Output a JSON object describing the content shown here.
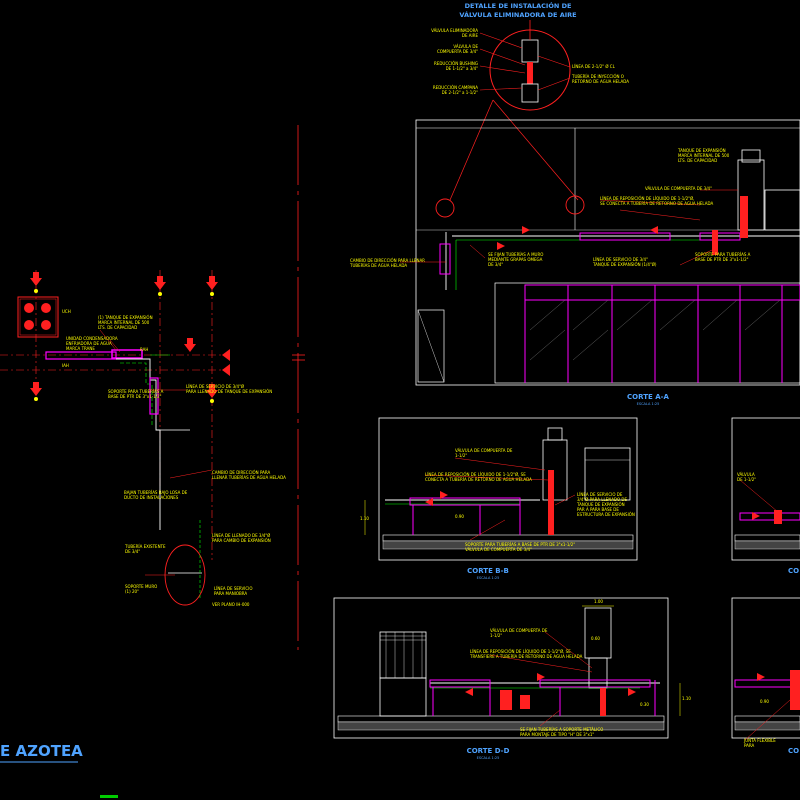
{
  "detail_title": [
    "DETALLE DE INSTALACIÓN DE",
    "VÁLVULA ELIMINADORA DE AIRE"
  ],
  "detail_labels": {
    "valve": [
      "VÁLVULA ELIMINADORA",
      "DE AIRE"
    ],
    "gate_valve": [
      "VÁLVULA DE",
      "COMPUERTA DE 3/4\""
    ],
    "reduction": [
      "REDUCCIÓN BUSHING",
      "DE 1-1/2\" a 3/4\""
    ],
    "coupling": [
      "REDUCCIÓN CAMPANA",
      "DE 2-1/2\" a 1-1/2\""
    ],
    "line_supply": "LÍNEA DE 2-1/2\" Ø CL",
    "return_pipe": [
      "TUBERÍA DE INYECCIÓN O",
      "RETORNO DE AGUA HELADA"
    ]
  },
  "plan_title": "E AZOTEA",
  "plan_labels": {
    "expansion_tank": [
      "(1) TANQUE DE EXPANSIÓN",
      "MARCA INTERNAL DE 500",
      "LTS. DE CAPACIDAD"
    ],
    "chiller_unit": [
      "UNIDAD CONDENSADORA",
      "ENFRIADORA DE AGUA",
      "MARCA TRANE"
    ],
    "support": [
      "SOPORTE PARA TUBERÍAS A",
      "BASE DE PTR DE 3\"x1-1/2\""
    ],
    "service_line": [
      "LÍNEA DE SERVICIO DE 3/4\"Ø",
      "PARA LLENADO DE TANQUE DE EXPANSIÓN"
    ],
    "drain": [
      "CAMBIO DE DIRECCIÓN PARA",
      "LLENAR TUBERÍAS DE AGUA HELADA"
    ],
    "pipes_down": [
      "BAJAN TUBERÍAS BAJO LOSA DE",
      "DUCTO DE INSTALACIONES"
    ],
    "fill_line": [
      "LÍNEA DE LLENADO DE 3/4\"Ø",
      "PARA CAMBIO DE EXPANSIÓN"
    ],
    "existing_pipe": [
      "TUBERÍA EXISTENTE",
      "DE 3/4\""
    ],
    "existing_valve": [
      "SOPORTE MURO",
      "(1) 20\""
    ],
    "ref_line": [
      "LÍNEA DE SERVICIO",
      "PARA MANIOBRA"
    ],
    "see_plan": "VER PLANO IH-000",
    "unit_tag": "UCH",
    "iah_tag": "IAH",
    "rah_tag": "RAH"
  },
  "section_titles": {
    "aa": "CORTE A-A",
    "bb": "CORTE B-B",
    "dd": "CORTE D-D",
    "cc_partial": "CO",
    "scale": "ESCALA 1:25"
  },
  "section_labels": {
    "aa_tank": [
      "TANQUE DE EXPANSIÓN",
      "MARCA INTERNAL DE 500",
      "LTS. DE CAPACIDAD"
    ],
    "aa_gate": "VÁLVULA DE COMPUERTA DE 3/4\"",
    "aa_refill": [
      "LÍNEA DE REPOSICIÓN DE LÍQUIDO DE 1-1/2\"Ø,",
      "SE CONECTA A TUBERÍA DE RETORNO DE AGUA HELADA"
    ],
    "aa_pipes": [
      "SE FIJAN TUBERÍAS A MURO",
      "MEDIANTE GRAPAS OMEGA",
      "DE 3/4\""
    ],
    "aa_service": [
      "LÍNEA DE SERVICIO DE 3/4\"",
      "TANQUE DE EXPANSIÓN (1/4\"Ø)"
    ],
    "aa_support": [
      "SOPORTE PARA TUBERÍAS A",
      "BASE DE PTR DE 3\"x1-1/2\""
    ],
    "aa_drain": [
      "CAMBIO DE DIRECCIÓN PARA LLENAR",
      "TUBERÍAS DE AGUA HELADA"
    ],
    "bb_gate": [
      "VÁLVULA DE COMPUERTA DE",
      "1-1/2\""
    ],
    "bb_refill": [
      "LÍNEA DE REPOSICIÓN DE LÍQUIDO DE 1-1/2\"Ø, SE",
      "CONECTA A TUBERÍA DE RETORNO DE AGUA HELADA"
    ],
    "bb_service": [
      "LÍNEA DE SERVICIO DE",
      "3/4\"Ø PARA LLENADO DE",
      "TANQUE DE EXPANSIÓN",
      "PAR A PARA BASE DE",
      "ESTRUCTURA DE EXPANSIÓN"
    ],
    "bb_support": [
      "SOPORTE PARA TUBERÍAS A BASE DE PTR DE 3\"x1-1/2\"",
      "VÁLVULA DE COMPUERTA DE 3/4\""
    ],
    "dd_gate": [
      "VÁLVULA DE COMPUERTA DE",
      "1-1/2\""
    ],
    "dd_refill": [
      "LÍNEA DE REPOSICIÓN DE LÍQUIDO DE 1-1/2\"Ø, SE",
      "TRANSFIERE A TUBERÍA DE RETORNO DE AGUA HELADA"
    ],
    "dd_support": [
      "SE FIJAN TUBERÍAS A SOPORTE METÁLICO",
      "PARA MONTAJE DE TIPO \"H\" DE 3\"x1\""
    ],
    "cc_valve": [
      "VÁLVULA",
      "DE 1-1/2\""
    ],
    "cc_flex": [
      "JUNTA FLEXIBLE",
      "PARA"
    ],
    "dim_100": "1.00",
    "dim_060": "0.60",
    "dim_110": "1.10",
    "dim_090": "0.90",
    "dim_030": "0.30"
  }
}
